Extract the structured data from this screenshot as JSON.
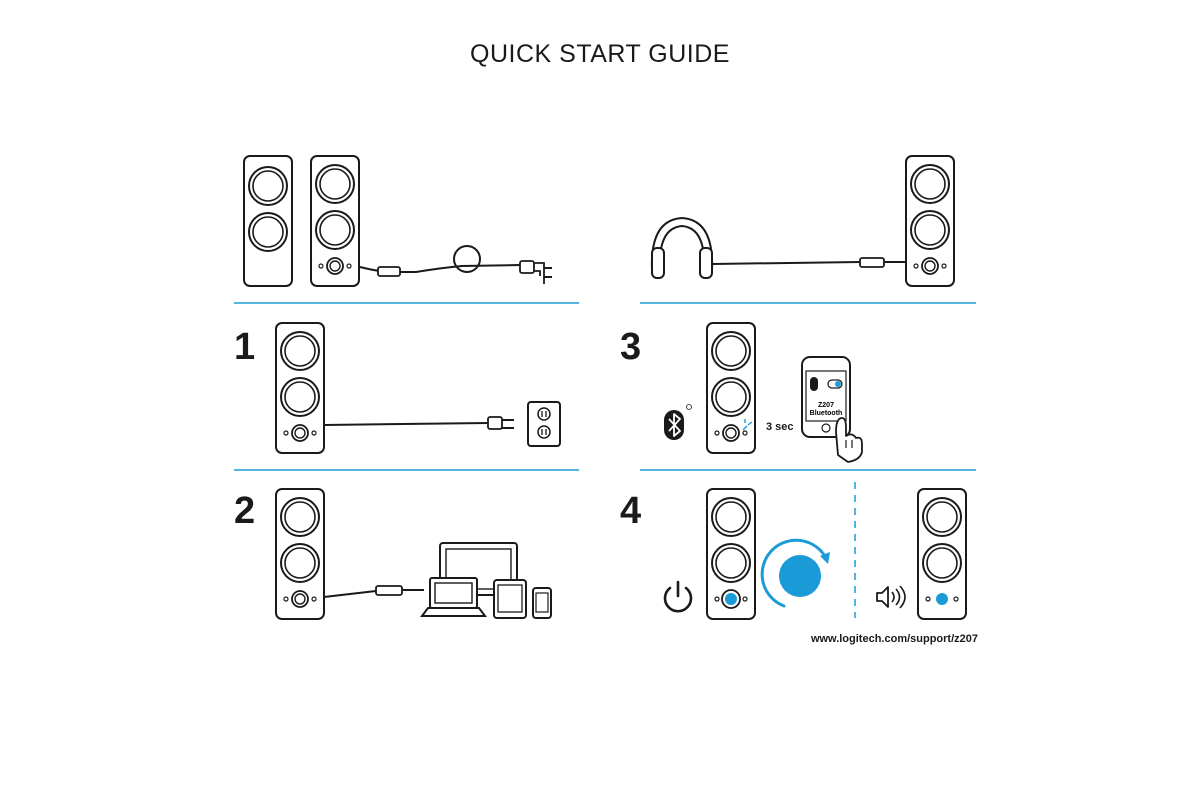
{
  "guide": {
    "title": "QUICK START GUIDE",
    "steps": [
      {
        "number": "1"
      },
      {
        "number": "2"
      },
      {
        "number": "3"
      },
      {
        "number": "4"
      }
    ],
    "hold_time": "3 sec",
    "phone_device_name": "Z207",
    "phone_device_label": "Bluetooth",
    "support_url": "www.logitech.com/support/z207",
    "accent_color": "#1a9bd8"
  }
}
